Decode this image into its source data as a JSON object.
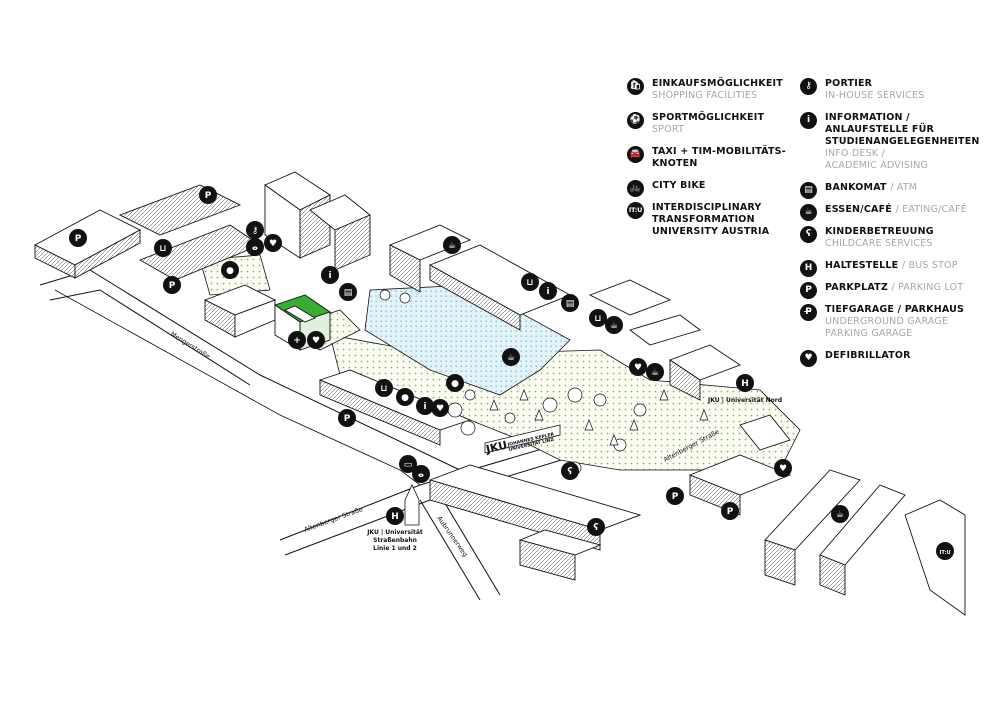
{
  "legend": {
    "col1": [
      {
        "icon": "shopping-bag-icon",
        "glyph": "🛍",
        "de": "EINKAUFSMÖGLICHKEIT",
        "en": "SHOPPING FACILITIES"
      },
      {
        "icon": "football-icon",
        "glyph": "⚽",
        "de": "SPORTMÖGLICHKEIT",
        "en": "SPORT"
      },
      {
        "icon": "car-icon",
        "glyph": "🚘",
        "de": "TAXI + TIM-MOBILITÄTS-\nKNOTEN",
        "en": ""
      },
      {
        "icon": "bicycle-icon",
        "glyph": "🚲",
        "de": "CITY BIKE",
        "en": ""
      },
      {
        "icon": "it-u-icon",
        "glyph": "IT:U",
        "de": "INTERDISCIPLINARY\nTRANSFORMATION\nUNIVERSITY AUSTRIA",
        "en": ""
      }
    ],
    "col2": [
      {
        "icon": "key-icon",
        "glyph": "⚷",
        "de": "PORTIER",
        "en": "IN-HOUSE SERVICES"
      },
      {
        "icon": "info-icon",
        "glyph": "i",
        "de": "INFORMATION /\nANLAUFSTELLE FÜR\nSTUDIENANGELEGENHEITEN",
        "en": "INFO DESK /\nACADEMIC ADVISING"
      },
      {
        "icon": "atm-icon",
        "glyph": "▤",
        "de": "BANKOMAT",
        "en": "/ ATM",
        "inline": true
      },
      {
        "icon": "coffee-cup-icon",
        "glyph": "☕",
        "de": "ESSEN/CAFÉ",
        "en": "/ EATING/CAFÉ",
        "inline": true
      },
      {
        "icon": "teddy-bear-icon",
        "glyph": "ʕ",
        "de": "KINDERBETREUUNG",
        "en": "CHILDCARE SERVICES"
      },
      {
        "icon": "bus-stop-icon",
        "glyph": "H",
        "de": "HALTESTELLE",
        "en": "/ BUS STOP",
        "inline": true
      },
      {
        "icon": "parking-icon",
        "glyph": "P",
        "de": "PARKPLATZ",
        "en": "/ PARKING LOT",
        "inline": true
      },
      {
        "icon": "parking-garage-icon",
        "glyph": "P̶",
        "de": "TIEFGARAGE / PARKHAUS",
        "en": "UNDERGROUND GARAGE\nPARKING GARAGE"
      },
      {
        "icon": "defibrillator-icon",
        "glyph": "♥",
        "de": "DEFIBRILLATOR",
        "en": ""
      }
    ]
  },
  "map_labels": {
    "mengerstrasse": "Mengerstraße",
    "altenberger_strasse_left": "Altenberger Straße",
    "altenberger_strasse_right": "Altenberger Straße",
    "aubrunnerweg": "Aubrunnerweg",
    "tram_stop": "JKU | Universität\nStraßenbahn\nLinie 1 und 2",
    "bus_stop_north": "JKU | Universität Nord",
    "jku_logo": "JKU",
    "jku_logo_sub": "JOHANNES KEPLER\nUNIVERSITÄT LINZ"
  },
  "colors": {
    "ink": "#111111",
    "accent_green": "#3aab35",
    "pool_blue": "#bfe6f0",
    "park_dots": "#9bbf8a",
    "muted": "#a8a8a8"
  }
}
